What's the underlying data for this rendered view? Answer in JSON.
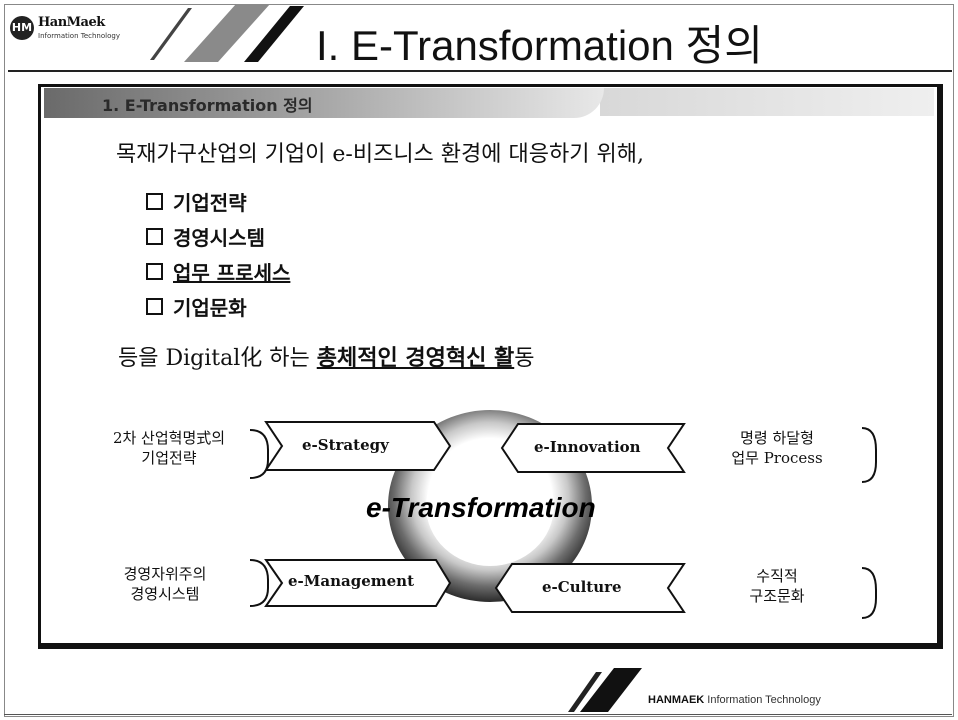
{
  "header": {
    "logo_mark": "HM",
    "logo_name": "HanMaek",
    "logo_sub": "Information Technology",
    "title": "I. E-Transformation 정의"
  },
  "banner": {
    "heading": "1. E-Transformation 정의"
  },
  "body": {
    "intro": "목재가구산업의 기업이 e-비즈니스 환경에 대응하기 위해,",
    "items": [
      {
        "label": "기업전략"
      },
      {
        "label": "경영시스템"
      },
      {
        "label": "업무 프로세스"
      },
      {
        "label": "기업문화"
      }
    ],
    "summary_prefix": "등을 Digital化 하는 ",
    "summary_emph": "총체적인 경영혁신 활",
    "summary_suffix": "동"
  },
  "diagram": {
    "center": "e-Transformation",
    "top_left": {
      "line1": "2차 산업혁명式의",
      "line2": "기업전략"
    },
    "top_right": {
      "line1": "명령 하달형",
      "line2": "업무 Process"
    },
    "bottom_left": {
      "line1": "경영자위주의",
      "line2": "경영시스템"
    },
    "bottom_right": {
      "line1": "수직적",
      "line2": "구조문화"
    },
    "strategy": "e-Strategy",
    "innovation": "e-Innovation",
    "management": "e-Management",
    "culture": "e-Culture",
    "colors": {
      "arrow_stroke": "#111111",
      "ring": "#7a7a7a",
      "ring_inner": "#ffffff"
    }
  },
  "footer": {
    "brand": "HANMAEK",
    "text": "Information Technology"
  }
}
